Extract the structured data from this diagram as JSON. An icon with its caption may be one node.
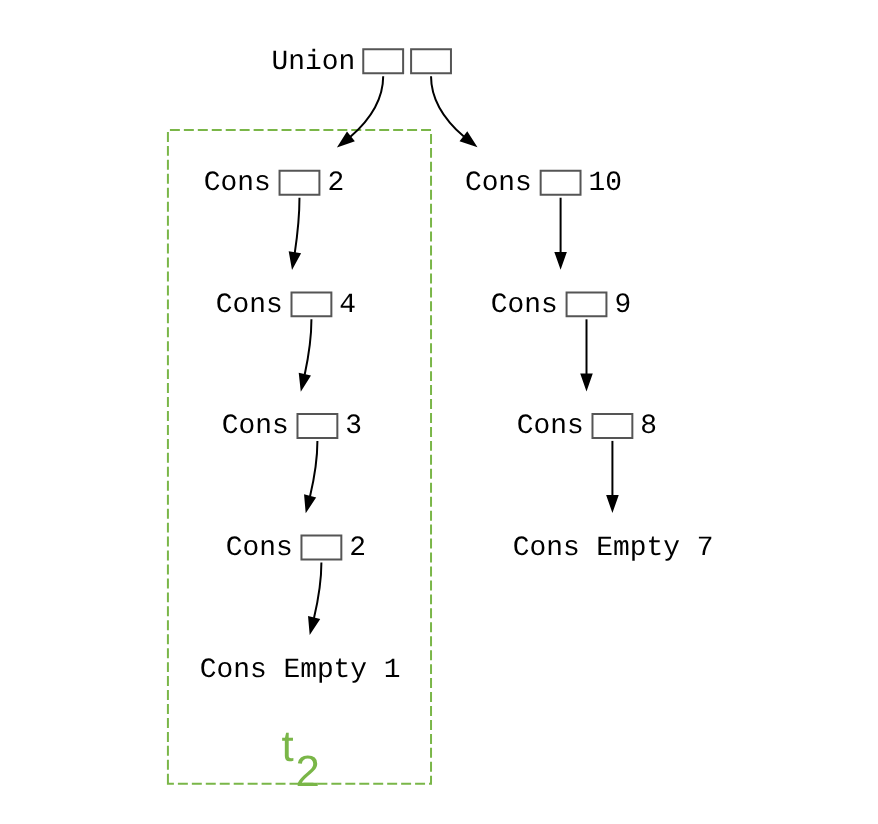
{
  "diagram": {
    "nodes": [
      {
        "text": [
          "Union"
        ]
      },
      {
        "text": [
          "t$_{2}$"
        ]
      },
      {
        "text": [
          "Cons",
          "2"
        ],
        "in": 1
      },
      {
        "text": [
          "Cons",
          "10"
        ]
      },
      {
        "text": [
          "Cons",
          "4"
        ],
        "in": 1
      },
      {
        "text": [
          "Cons",
          "9"
        ]
      },
      {
        "text": [
          "Cons",
          "3"
        ],
        "in": 1
      },
      {
        "text": [
          "Cons",
          "8"
        ]
      },
      {
        "text": [
          "Cons",
          "2"
        ],
        "in": 1
      },
      {
        "text": [
          "Cons Empty 7"
        ]
      },
      {
        "text": [
          "Cons Empty 1"
        ],
        "in": 1
      }
    ],
    "edges": [
      {
        "from": 0,
        "to": 2,
        "arrow": "to"
      },
      {
        "from": 0,
        "to": 3,
        "arrow": "to"
      },
      {
        "from": 2,
        "to": 4,
        "arrow": "to"
      },
      {
        "from": 4,
        "to": 6,
        "arrow": "to"
      },
      {
        "from": 6,
        "to": 8,
        "arrow": "to"
      },
      {
        "from": 8,
        "to": 10,
        "arrow": "to"
      },
      {
        "from": 3,
        "to": 5,
        "arrow": "to"
      },
      {
        "from": 5,
        "to": 7,
        "arrow": "to"
      },
      {
        "from": 7,
        "to": 9,
        "arrow": "to"
      }
    ]
  }
}
